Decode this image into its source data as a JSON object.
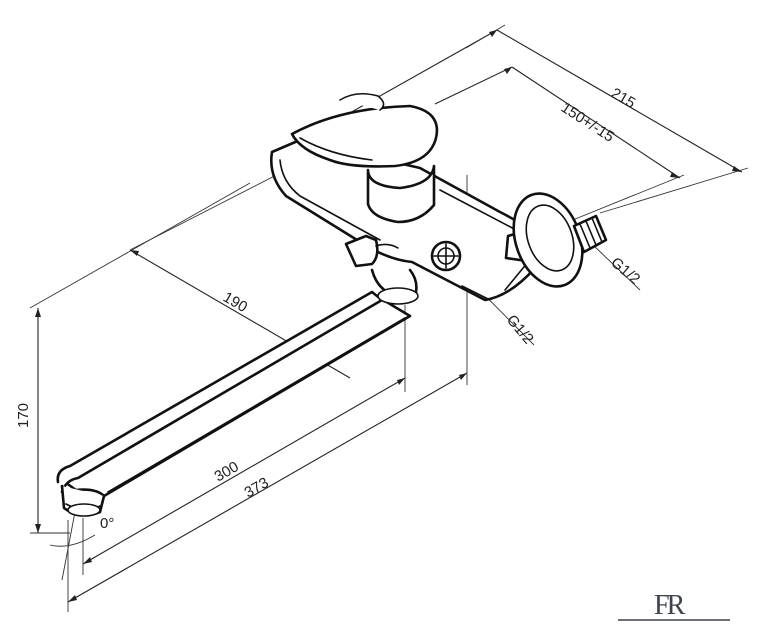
{
  "dimensions": {
    "d215": "215",
    "d150": "150+/-15",
    "d190": "190",
    "d170": "170",
    "d300": "300",
    "d373": "373",
    "angle": "0°"
  },
  "threads": {
    "right": "G1/2",
    "center": "G1/2"
  },
  "logo": {
    "text": "FR"
  }
}
